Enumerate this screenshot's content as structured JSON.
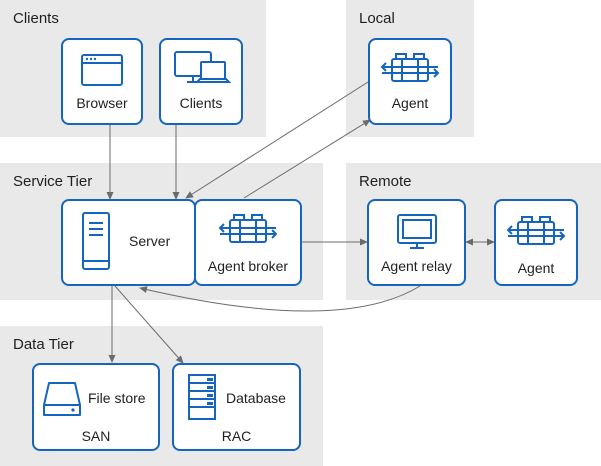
{
  "colors": {
    "accent": "#1565c0",
    "tier_bg": "#e9e9ea",
    "line": "#6b6b6b",
    "text": "#1f1f1f"
  },
  "tiers": {
    "clients": "Clients",
    "local": "Local",
    "service": "Service Tier",
    "remote": "Remote",
    "data": "Data Tier"
  },
  "nodes": {
    "browser": {
      "label": "Browser",
      "icon": "browser-window-icon"
    },
    "clients": {
      "label": "Clients",
      "icon": "desktop-laptop-icon"
    },
    "local_agent": {
      "label": "Agent",
      "icon": "agent-suitcase-icon"
    },
    "server": {
      "label": "Server",
      "icon": "server-icon"
    },
    "agent_broker": {
      "label": "Agent broker",
      "icon": "agent-suitcase-icon"
    },
    "agent_relay": {
      "label": "Agent relay",
      "icon": "monitor-icon"
    },
    "remote_agent": {
      "label": "Agent",
      "icon": "agent-suitcase-icon"
    },
    "file_store": {
      "label": "File store",
      "sublabel": "SAN",
      "icon": "disk-drive-icon"
    },
    "database": {
      "label": "Database",
      "sublabel": "RAC",
      "icon": "database-stack-icon"
    }
  }
}
